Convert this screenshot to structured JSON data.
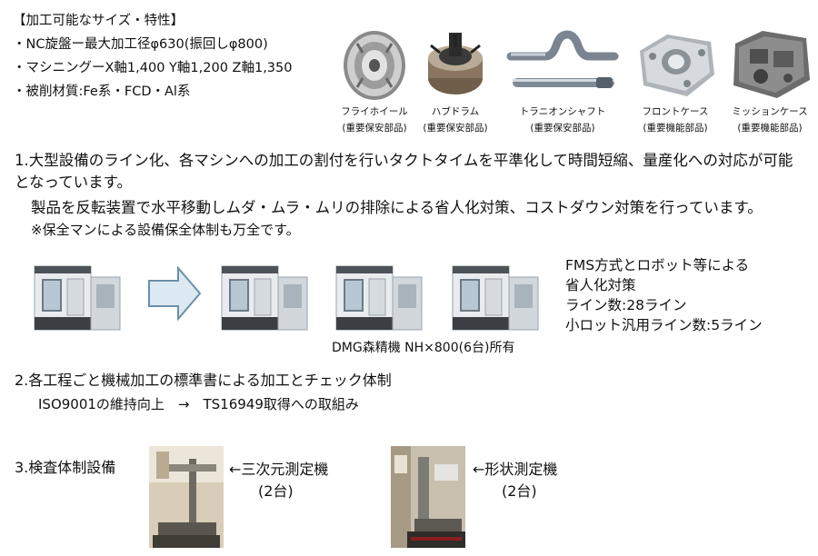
{
  "specs": {
    "heading": "【加工可能なサイズ・特性】",
    "lines": [
      "・NC旋盤ー最大加工径φ630(振回しφ800)",
      "・マシニングーX軸1,400 Y軸1,200 Z軸1,350",
      "・被削材質:Fe系・FCD・Al系"
    ]
  },
  "products": [
    {
      "name": "フライホイール",
      "category": "(重要保安部品)"
    },
    {
      "name": "ハブドラム",
      "category": "(重要保安部品)"
    },
    {
      "name": "トラニオンシャフト",
      "category": "(重要保安部品)"
    },
    {
      "name": "フロントケース",
      "category": "(重要機能部品)"
    },
    {
      "name": "ミッションケース",
      "category": "(重要機能部品)"
    }
  ],
  "section1": {
    "heading": "1.大型設備のライン化、各マシンへの加工の割付を行いタクトタイムを平準化して時間短縮、量産化への対応が可能となっています。",
    "body": "製品を反転装置で水平移動しムダ・ムラ・ムリの排除による省人化対策、コストダウン対策を行っています。",
    "note": "※保全マンによる設備保全体制も万全です。",
    "fms_lines": [
      "FMS方式とロボット等による",
      "省人化対策",
      "ライン数:28ライン",
      "小ロット汎用ライン数:5ライン"
    ],
    "dmg_caption": "DMG森精機 NH×800(6台)所有"
  },
  "section2": {
    "heading": "2.各工程ごと機械加工の標準書による加工とチェック体制",
    "body": "ISO9001の維持向上　→　TS16949取得への取組み"
  },
  "section3": {
    "heading": "3.検査体制設備",
    "devices": [
      {
        "label": "←三次元測定機",
        "count": "(2台)"
      },
      {
        "label": "←形状測定機",
        "count": "(2台)"
      }
    ]
  },
  "colors": {
    "text": "#111111",
    "arrow_fill": "#dde9f2",
    "arrow_stroke": "#6b8fa8"
  }
}
